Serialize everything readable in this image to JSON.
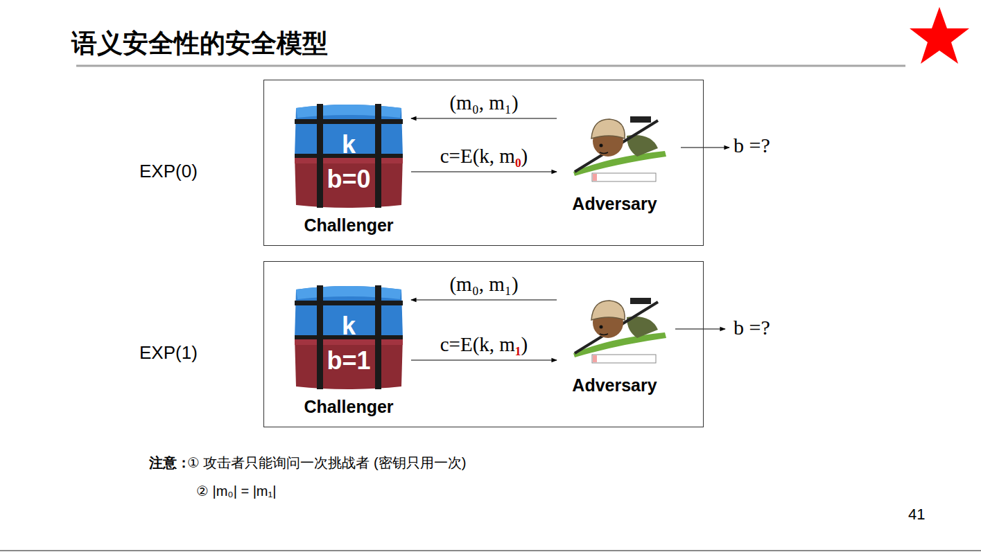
{
  "diagram": {
    "title": "语义安全性的安全模型",
    "nodes": [
      {
        "text": [
          "EXP(0)"
        ]
      },
      {
        "text": [
          "k",
          "b=0",
          "Challenger"
        ],
        "in": 0
      },
      {
        "text": [
          "Adversary"
        ],
        "in": 0
      },
      {
        "text": [
          "EXP(1)"
        ]
      },
      {
        "text": [
          "k",
          "b=1",
          "Challenger"
        ],
        "in": 3
      },
      {
        "text": [
          "Adversary"
        ],
        "in": 3
      }
    ],
    "edges": [
      {
        "from": 2,
        "to": 1,
        "label": "(m₀, m₁)",
        "arrow": "to"
      },
      {
        "from": 1,
        "to": 2,
        "label": "c=E(k, m₀)",
        "arrow": "to"
      },
      {
        "from": 5,
        "to": 4,
        "label": "(m₀, m₁)",
        "arrow": "to"
      },
      {
        "from": 4,
        "to": 5,
        "label": "c=E(k, m₁)",
        "arrow": "to"
      }
    ],
    "labels": [
      "b =?",
      "b =?",
      "注意：",
      "① 攻击者只能询问一次挑战者 (密钥只用一次)",
      "② |m₀| = |m₁|",
      "41"
    ]
  }
}
